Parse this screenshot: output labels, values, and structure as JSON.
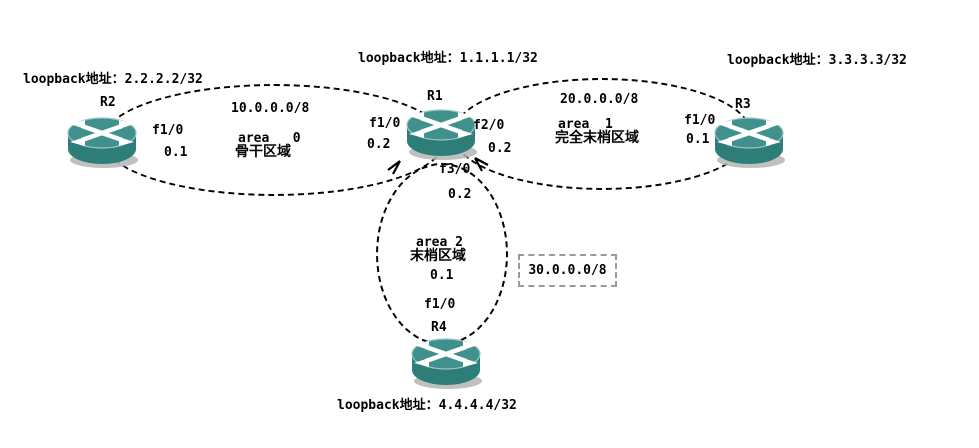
{
  "palette": {
    "background": "#ffffff",
    "line_color": "#000000",
    "router_top": "#40918d",
    "router_side": "#2d7d79",
    "router_highlight": "#9ec7c4",
    "router_shadow": "#b5b5b5",
    "router_arrows": "#ffffff",
    "netbox_border": "#9a9a9a",
    "text_color": "#000000"
  },
  "routers": {
    "r1": {
      "name": "R1",
      "loopback": "loopback地址：1.1.1.1/32"
    },
    "r2": {
      "name": "R2",
      "loopback": "loopback地址：2.2.2.2/32"
    },
    "r3": {
      "name": "R3",
      "loopback": "loopback地址：3.3.3.3/32"
    },
    "r4": {
      "name": "R4",
      "loopback": "loopback地址：4.4.4.4/32"
    }
  },
  "areas": {
    "area0": {
      "network": "10.0.0.0/8",
      "label": "area   0",
      "type": "骨干区域"
    },
    "area1": {
      "network": "20.0.0.0/8",
      "label": "area  1",
      "type": "完全末梢区域"
    },
    "area2": {
      "label": "area 2",
      "type": "末梢区域",
      "network": "30.0.0.0/8"
    }
  },
  "interfaces": {
    "r2_f10": {
      "port": "f1/0",
      "ip": "0.1"
    },
    "r1_f10": {
      "port": "f1/0",
      "ip": "0.2"
    },
    "r1_f20": {
      "port": "f2/0",
      "ip": "0.2"
    },
    "r1_f30": {
      "port": "f3/0",
      "ip": "0.2"
    },
    "r3_f10": {
      "port": "f1/0",
      "ip": "0.1"
    },
    "r4_f10": {
      "port": "f1/0",
      "ip": "0.1"
    }
  }
}
